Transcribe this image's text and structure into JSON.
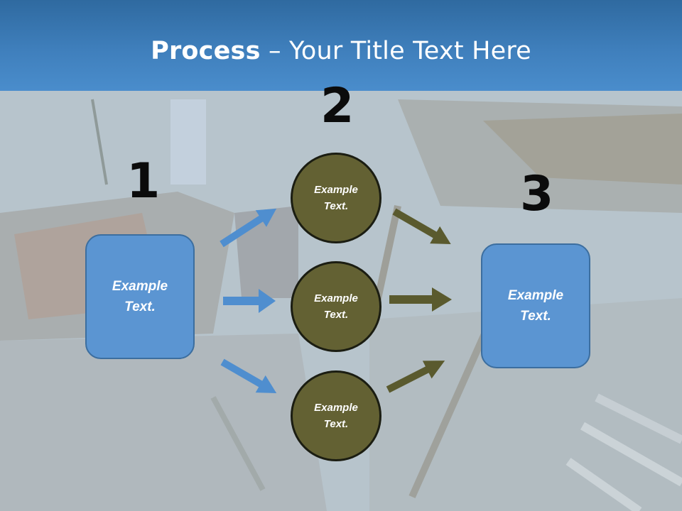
{
  "slide": {
    "title_bold": "Process",
    "title_rest": " – Your Title Text Here"
  },
  "steps": {
    "step1_number": "1",
    "step2_number": "2",
    "step3_number": "3"
  },
  "left_box": {
    "line1": "Example",
    "line2": "Text."
  },
  "right_box": {
    "line1": "Example",
    "line2": "Text."
  },
  "circles": [
    {
      "line1": "Example",
      "line2": "Text."
    },
    {
      "line1": "Example",
      "line2": "Text."
    },
    {
      "line1": "Example",
      "line2": "Text."
    }
  ],
  "colors": {
    "title_bar": "#3f7fbc",
    "box_fill": "#5b95d2",
    "circle_fill": "#636133",
    "blue_arrow": "#4f8ecf",
    "olive_arrow": "#5a5a2e"
  }
}
